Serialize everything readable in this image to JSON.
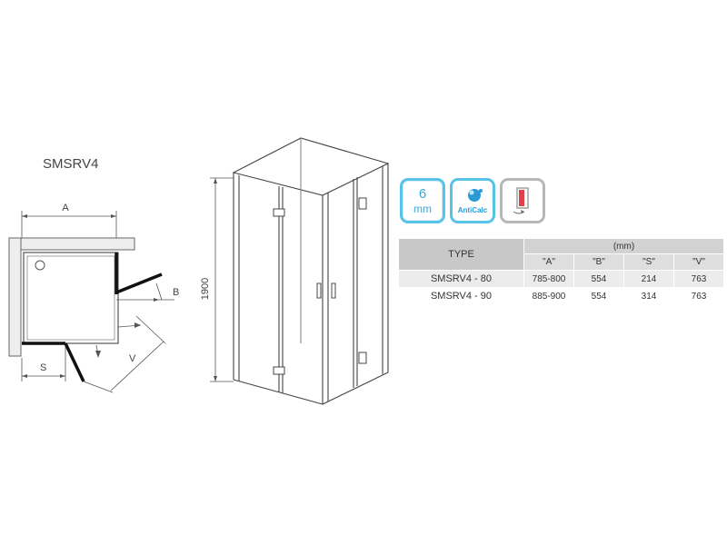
{
  "model_title": "SMSRV4",
  "plan": {
    "label_a": "A",
    "label_b": "B",
    "label_s": "S",
    "label_v": "V"
  },
  "elevation": {
    "height_label": "1900"
  },
  "badges": {
    "thickness_value": "6",
    "thickness_unit": "mm",
    "anticalc_label": "AntiCalc",
    "door_icon": "door-reversible-icon"
  },
  "table": {
    "type_header": "TYPE",
    "unit_header": "(mm)",
    "columns": [
      "\"A\"",
      "\"B\"",
      "\"S\"",
      "\"V\""
    ],
    "rows": [
      {
        "type": "SMSRV4 - 80",
        "values": [
          "785-800",
          "554",
          "214",
          "763"
        ]
      },
      {
        "type": "SMSRV4 - 90",
        "values": [
          "885-900",
          "554",
          "314",
          "763"
        ]
      }
    ]
  }
}
